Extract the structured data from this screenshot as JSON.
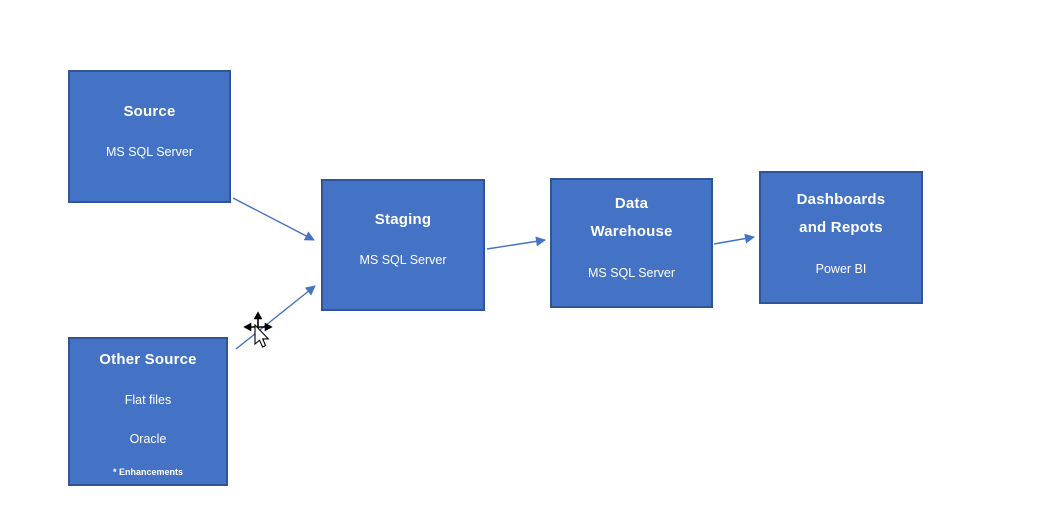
{
  "diagram": {
    "background_color": "#ffffff",
    "node_fill_color": "#4472c4",
    "node_border_color": "#2f5597",
    "node_text_color": "#ffffff",
    "arrow_color": "#4472c4",
    "nodes": {
      "source": {
        "title": "Source",
        "subtitle": "MS SQL Server"
      },
      "other_source": {
        "title": "Other Source",
        "line1": "Flat files",
        "line2": "Oracle",
        "footnote": "* Enhancements"
      },
      "staging": {
        "title": "Staging",
        "subtitle": "MS SQL Server"
      },
      "data_warehouse": {
        "title": "Data Warehouse",
        "subtitle": "MS SQL Server"
      },
      "dashboards": {
        "title": "Dashboards and Repots",
        "subtitle": "Power BI"
      }
    },
    "connections": [
      {
        "from": "source",
        "to": "staging"
      },
      {
        "from": "other_source",
        "to": "staging"
      },
      {
        "from": "staging",
        "to": "data_warehouse"
      },
      {
        "from": "data_warehouse",
        "to": "dashboards"
      }
    ],
    "cursor": {
      "type": "move-cursor"
    }
  }
}
